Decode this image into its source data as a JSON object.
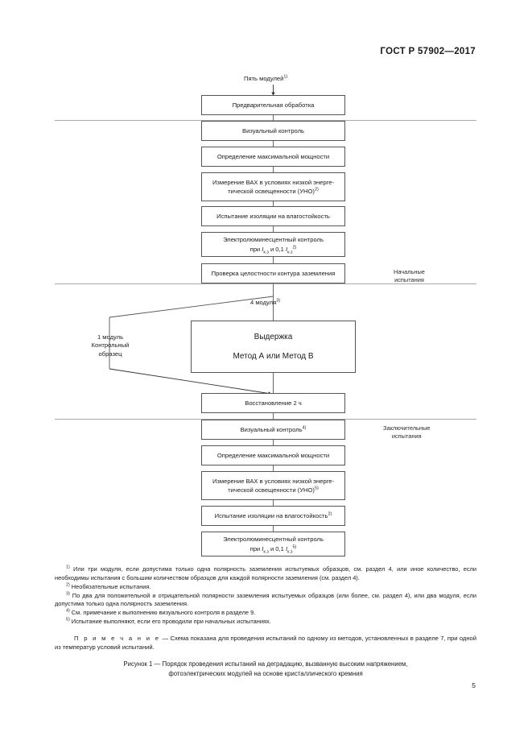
{
  "header": {
    "standard": "ГОСТ Р 57902—2017"
  },
  "flow": {
    "entry_label": "Пять модулей",
    "entry_note": "1)",
    "split_label": "4  модуля",
    "split_note": "3)",
    "control_label_line1": "1 модуль",
    "control_label_line2": "Контрольный",
    "control_label_line3": "образец",
    "phase_initial_line1": "Начальные",
    "phase_initial_line2": "испытания",
    "phase_final_line1": "Заключительные",
    "phase_final_line2": "испытания",
    "hold": {
      "title": "Выдержка",
      "subtitle": "Метод А или Метод В"
    },
    "initial_steps": [
      {
        "text": "Предварительная обработка"
      },
      {
        "text": "Визуальный контроль"
      },
      {
        "text": "Определение максимальной мощности"
      },
      {
        "line1": "Измерение ВАХ в условиях низкой энерге-",
        "line2": "тической освещенности (УНО)",
        "note": "2)"
      },
      {
        "text": "Испытание  изоляции на влагостойкость"
      },
      {
        "line1": "Электролюминесцентный контроль",
        "line2_pre": "при ",
        "line2_sym1": "I",
        "line2_sub1": "к.з",
        "line2_mid": " и 0,1 ",
        "line2_sym2": "I",
        "line2_sub2": "к.з",
        "note": "2)"
      },
      {
        "text": "Проверка целостности контура заземления"
      }
    ],
    "recovery_step": {
      "text": "Восстановление 2 ч"
    },
    "final_steps": [
      {
        "text": "Визуальный контроль",
        "note": "4)"
      },
      {
        "text": "Определение максимальной мощности"
      },
      {
        "line1": "Измерение ВАХ в условиях низкой энерге-",
        "line2": "тической освещенности (УНО)",
        "note": "5)"
      },
      {
        "text": "Испытание изоляции на влагостойкость",
        "note": "2)"
      },
      {
        "line1": "Электролюминесцентный контроль",
        "line2_pre": "при ",
        "line2_sym1": "I",
        "line2_sub1": "к.з",
        "line2_mid": " и 0,1 ",
        "line2_sym2": "I",
        "line2_sub2": "к.з",
        "note": "5)"
      }
    ]
  },
  "footnotes": [
    {
      "marker": "1)",
      "text": "Или три модуля, если допустима только одна полярность заземления испытуемых образцов, см. раздел 4, или иное количество, если необходимы испытания с большим количеством образцов для каждой полярности заземления (см. раздел 4)."
    },
    {
      "marker": "2)",
      "text": "Необязательные испытания."
    },
    {
      "marker": "3)",
      "text": "По два для положительной и отрицательной полярности заземления испытуемых образцов (или более, см. раздел 4), или два модуля, если допустима только одна полярность заземления."
    },
    {
      "marker": "4)",
      "text": "См. примечание к выполнению визуального контроля в разделе 9."
    },
    {
      "marker": "5)",
      "text": "Испытание выполняют, если его проводили при начальных испытаниях."
    }
  ],
  "remark": {
    "label": "П р и м е ч а н и е",
    "dash": " — ",
    "text": "Схема показана для проведения испытаний по одному из методов, установленных в разделе 7, при одной из температур условий испытаний."
  },
  "caption": {
    "line1": "Рисунок 1 — Порядок проведения испытаний на деградацию, вызванную высоким напряжением,",
    "line2": "фотоэлектрических модулей на основе кристаллического кремния"
  },
  "page_number": "5"
}
